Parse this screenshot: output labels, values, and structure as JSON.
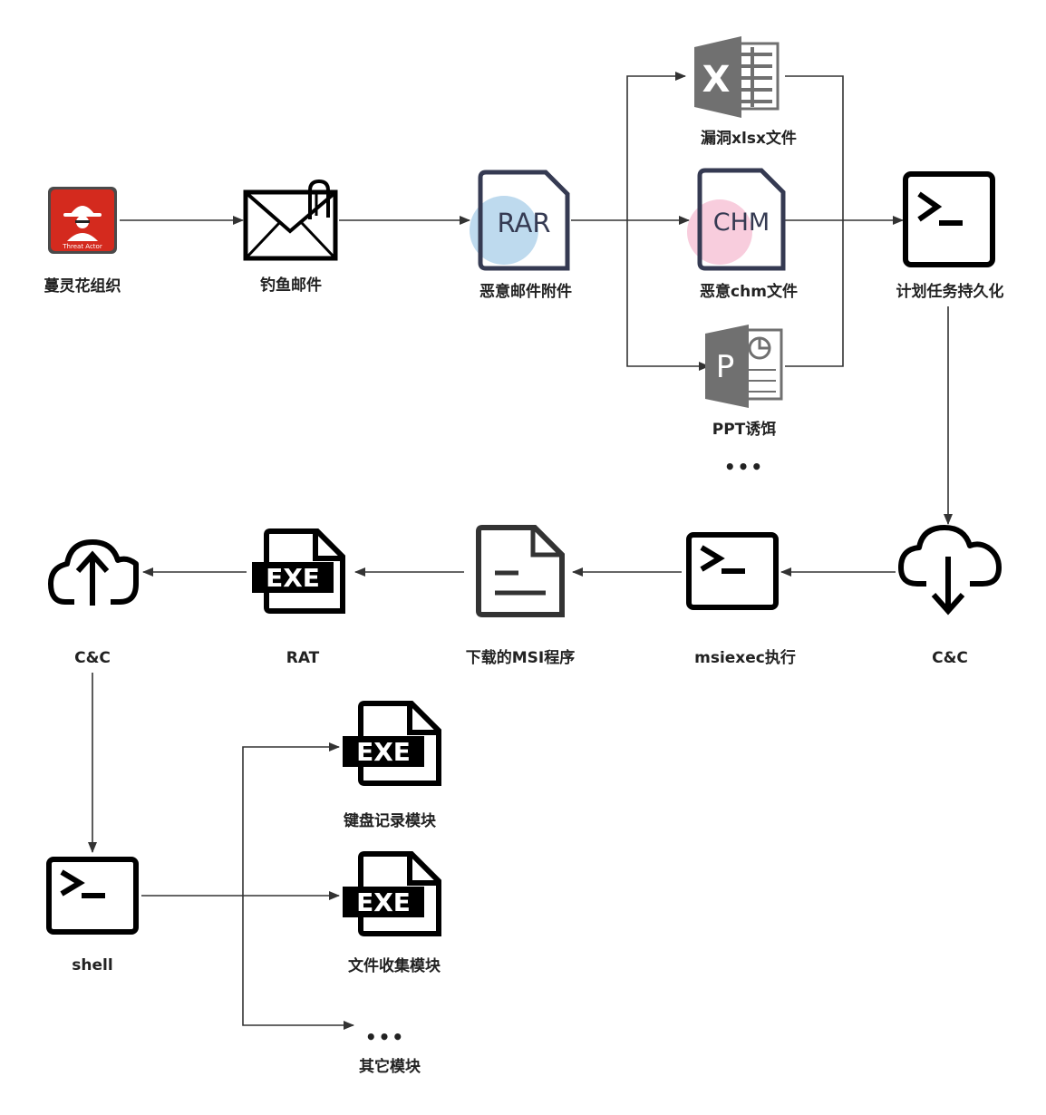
{
  "nodes": {
    "threat_actor": {
      "label": "蔓灵花组织",
      "badge_text": "Threat Actor",
      "badge_color": "#d42a1e"
    },
    "phishing_mail": {
      "label": "钓鱼邮件"
    },
    "malicious_attachment": {
      "label": "恶意邮件附件",
      "icon_text": "RAR",
      "icon_tint": "#a8cde8"
    },
    "xlsx_file": {
      "label": "漏洞xlsx文件",
      "icon_text": "X",
      "icon_color": "#707070"
    },
    "chm_file": {
      "label": "恶意chm文件",
      "icon_text": "CHM",
      "icon_tint": "#f6bcd2"
    },
    "ppt_bait": {
      "label": "PPT诱饵",
      "icon_text": "P",
      "icon_color": "#707070"
    },
    "more_baits": {
      "label": "•••"
    },
    "scheduled_task": {
      "label": "计划任务持久化"
    },
    "cnc_download": {
      "label": "C&C"
    },
    "msiexec": {
      "label": "msiexec执行"
    },
    "msi_program": {
      "label": "下载的MSI程序"
    },
    "rat": {
      "label": "RAT",
      "icon_text": "EXE"
    },
    "cnc_upload": {
      "label": "C&C"
    },
    "shell": {
      "label": "shell"
    },
    "keylogger": {
      "label": "键盘记录模块",
      "icon_text": "EXE"
    },
    "file_collector": {
      "label": "文件收集模块",
      "icon_text": "EXE"
    },
    "other_modules": {
      "dots": "•••",
      "label": "其它模块"
    }
  }
}
